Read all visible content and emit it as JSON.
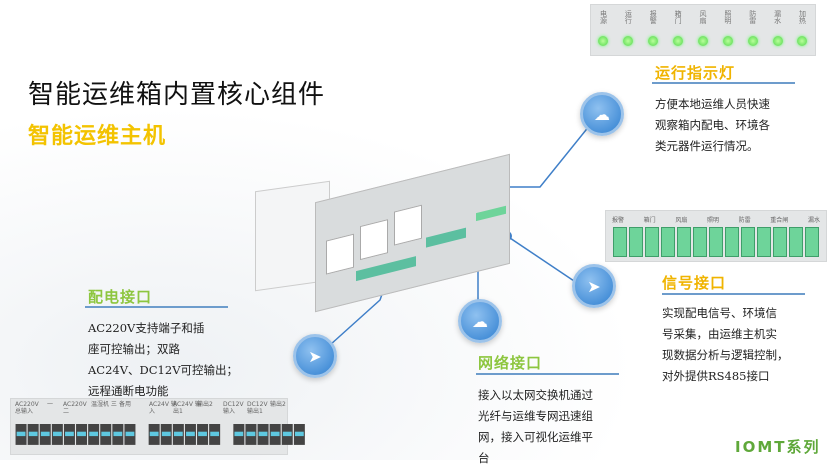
{
  "title": "智能运维箱内置核心组件",
  "subtitle": "智能运维主机",
  "indicator_panel": {
    "labels": [
      "电源",
      "运行",
      "报警",
      "箱门",
      "风扇",
      "照明",
      "防雷",
      "漏水",
      "加热"
    ]
  },
  "sections": {
    "indicator": {
      "heading": "运行指示灯",
      "lines": [
        "方便本地运维人员快速",
        "观察箱内配电、环境各",
        "类元器件运行情况。"
      ]
    },
    "signal": {
      "heading": "信号接口",
      "lines": [
        "实现配电信号、环境信",
        "号采集，由运维主机实",
        "现数据分析与逻辑控制，",
        "对外提供RS485接口"
      ]
    },
    "power": {
      "heading": "配电接口",
      "lines": [
        "AC220V支持端子和插",
        "座可控输出；双路",
        "AC24V、DC12V可控输出；",
        "远程通断电功能"
      ]
    },
    "network": {
      "heading": "网络接口",
      "lines": [
        "接入以太网交换机通过",
        "光纤与运维专网迅速组",
        "网，接入可视化运维平",
        "台"
      ]
    }
  },
  "signal_panel": {
    "labels": [
      "报警",
      "箱门",
      "风扇",
      "照明",
      "防雷",
      "重合闸",
      "漏水"
    ]
  },
  "power_panel": {
    "labels": [
      "AC220V 总输入",
      "一",
      "AC220V 二",
      "温湿机 三",
      "备用",
      "AC24V 输入",
      "AC24V 输出1",
      "输出2",
      "DC12V 输入",
      "DC12V 输出1",
      "输出2"
    ]
  },
  "series": "IOMT系列",
  "colors": {
    "yellow": "#f3c300",
    "green": "#8dc63f",
    "blue": "#2f7fd0"
  }
}
